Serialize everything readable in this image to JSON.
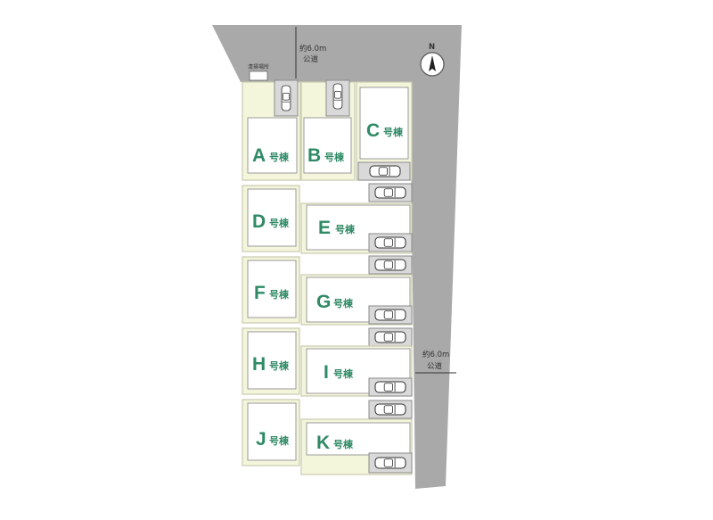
{
  "roads": {
    "north": {
      "width": "約6.0m",
      "type": "公道"
    },
    "east": {
      "width": "約6.0m",
      "type": "公道"
    }
  },
  "compass_label": "N",
  "collection_point_label": "清掃場所",
  "house_suffix": "号棟",
  "houses": [
    {
      "id": "A"
    },
    {
      "id": "B"
    },
    {
      "id": "C"
    },
    {
      "id": "D"
    },
    {
      "id": "E"
    },
    {
      "id": "F"
    },
    {
      "id": "G"
    },
    {
      "id": "H"
    },
    {
      "id": "I"
    },
    {
      "id": "J"
    },
    {
      "id": "K"
    }
  ],
  "colors": {
    "label": "#2f8a66",
    "lot": "#f4f6dc",
    "road": "#a9a9a9",
    "parking": "#d9d9d9"
  }
}
